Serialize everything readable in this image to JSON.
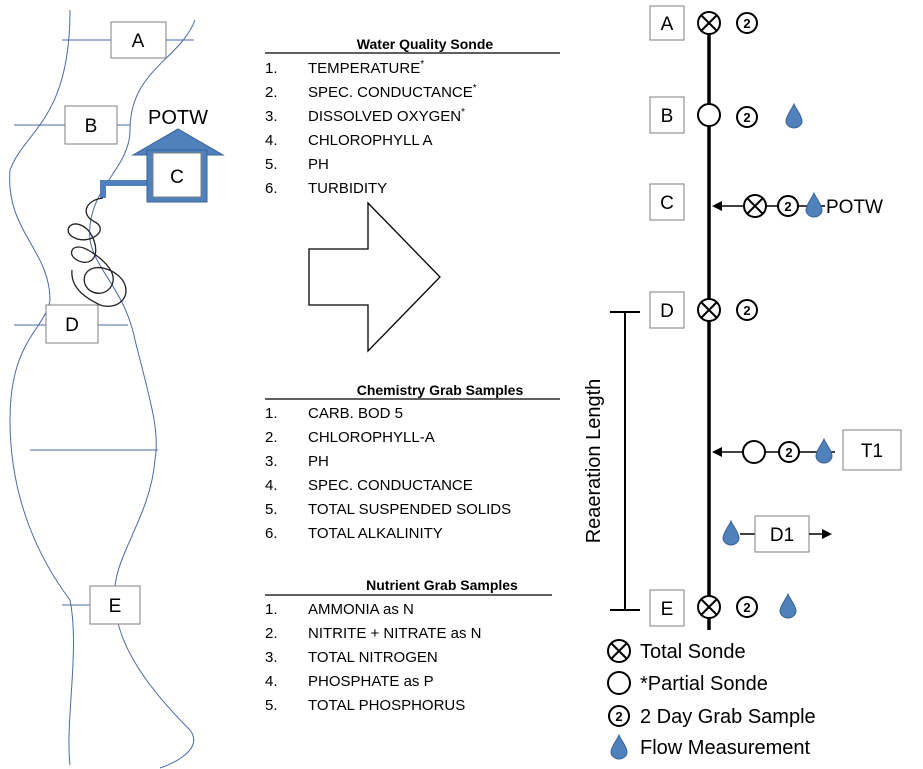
{
  "river_sketch": {
    "stations": [
      "A",
      "B",
      "C",
      "D",
      "E"
    ],
    "facility_label": "POTW"
  },
  "sonde": {
    "heading": "Water Quality Sonde",
    "items": [
      {
        "num": "1.",
        "text": "TEMPERATURE",
        "mark": "*"
      },
      {
        "num": "2.",
        "text": "SPEC. CONDUCTANCE",
        "mark": "*"
      },
      {
        "num": "3.",
        "text": "DISSOLVED OXYGEN",
        "mark": "*"
      },
      {
        "num": "4.",
        "text": "CHLOROPHYLL A",
        "mark": ""
      },
      {
        "num": "5.",
        "text": "PH",
        "mark": ""
      },
      {
        "num": "6.",
        "text": "TURBIDITY",
        "mark": ""
      }
    ]
  },
  "chemistry": {
    "heading": "Chemistry Grab Samples",
    "items": [
      {
        "num": "1.",
        "text": "CARB. BOD 5"
      },
      {
        "num": "2.",
        "text": "CHLOROPHYLL-A"
      },
      {
        "num": "3.",
        "text": "PH"
      },
      {
        "num": "4.",
        "text": "SPEC. CONDUCTANCE"
      },
      {
        "num": "5.",
        "text": "TOTAL SUSPENDED SOLIDS"
      },
      {
        "num": "6.",
        "text": "TOTAL ALKALINITY"
      }
    ]
  },
  "nutrient": {
    "heading": "Nutrient Grab Samples",
    "items": [
      {
        "num": "1.",
        "text": "AMMONIA as N"
      },
      {
        "num": "2.",
        "text": "NITRITE + NITRATE as N"
      },
      {
        "num": "3.",
        "text": "TOTAL NITROGEN"
      },
      {
        "num": "4.",
        "text": "PHOSPHATE as P"
      },
      {
        "num": "5.",
        "text": "TOTAL PHOSPHORUS"
      }
    ]
  },
  "schematic": {
    "stations": [
      "A",
      "B",
      "C",
      "D",
      "T1",
      "D1",
      "E"
    ],
    "potw_label": "POTW",
    "reach_label": "Reaeration Length",
    "grab_symbol_text": "2"
  },
  "legend": {
    "total_sonde": "Total Sonde",
    "partial_sonde": "*Partial Sonde",
    "grab_sample": "2 Day Grab Sample",
    "flow": "Flow Measurement",
    "grab_symbol_text": "2"
  },
  "colors": {
    "river_line": "#4a6aa5",
    "potw_fill": "#4f81bd",
    "drop_fill": "#4f81bd",
    "box_border": "#7f7f7f"
  },
  "icons": [
    "total-sonde-icon",
    "partial-sonde-icon",
    "grab-sample-icon",
    "flow-drop-icon",
    "block-arrow-icon",
    "potw-house-icon"
  ]
}
